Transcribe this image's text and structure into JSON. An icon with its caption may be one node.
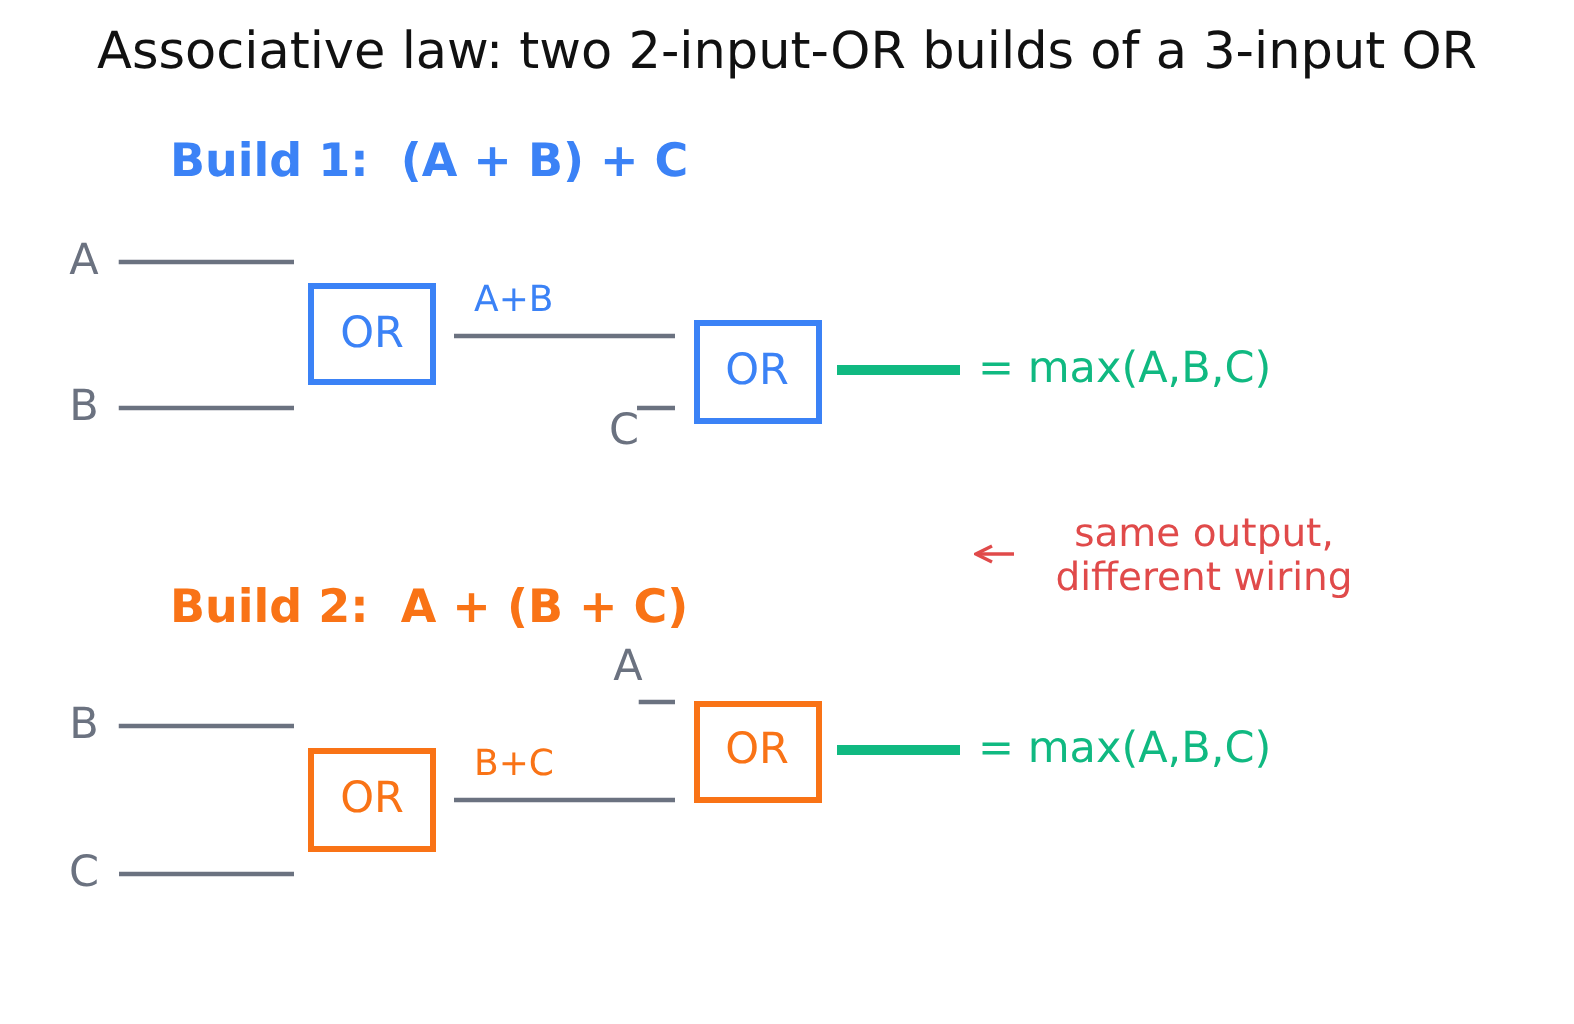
{
  "diagram": {
    "title": "Associative law: two 2-input-OR builds of a 3-input OR",
    "nodes": [
      {
        "text": [
          "A"
        ]
      },
      {
        "text": [
          "B"
        ]
      },
      {
        "text": [
          "OR"
        ]
      },
      {
        "text": [
          "C"
        ]
      },
      {
        "text": [
          "OR"
        ]
      },
      {
        "text": [
          "= max(A,B,C)"
        ]
      },
      {
        "text": [
          "same output, different wiring"
        ]
      },
      {
        "text": [
          "B"
        ]
      },
      {
        "text": [
          "C"
        ]
      },
      {
        "text": [
          "OR"
        ]
      },
      {
        "text": [
          "A"
        ]
      },
      {
        "text": [
          "OR"
        ]
      },
      {
        "text": [
          "= max(A,B,C)"
        ]
      }
    ],
    "edges": [
      {
        "from": 0,
        "to": 2,
        "arrow": "none"
      },
      {
        "from": 1,
        "to": 2,
        "arrow": "none"
      },
      {
        "from": 2,
        "to": 4,
        "arrow": "none",
        "label": "A+B"
      },
      {
        "from": 3,
        "to": 4,
        "arrow": "none"
      },
      {
        "from": 4,
        "to": 5,
        "arrow": "none",
        "style": "thick",
        "color": "#10b981"
      },
      {
        "from": 6,
        "to": null,
        "arrow": "to",
        "color": "#e04a4a"
      },
      {
        "from": 7,
        "to": 9,
        "arrow": "none"
      },
      {
        "from": 8,
        "to": 9,
        "arrow": "none"
      },
      {
        "from": 9,
        "to": 11,
        "arrow": "none",
        "label": "B+C"
      },
      {
        "from": 10,
        "to": 11,
        "arrow": "none"
      },
      {
        "from": 11,
        "to": 12,
        "arrow": "none",
        "style": "thick",
        "color": "#10b981"
      }
    ],
    "labels": [
      "Build 1:  (A + B) + C",
      "Build 2:  A + (B + C)"
    ]
  }
}
